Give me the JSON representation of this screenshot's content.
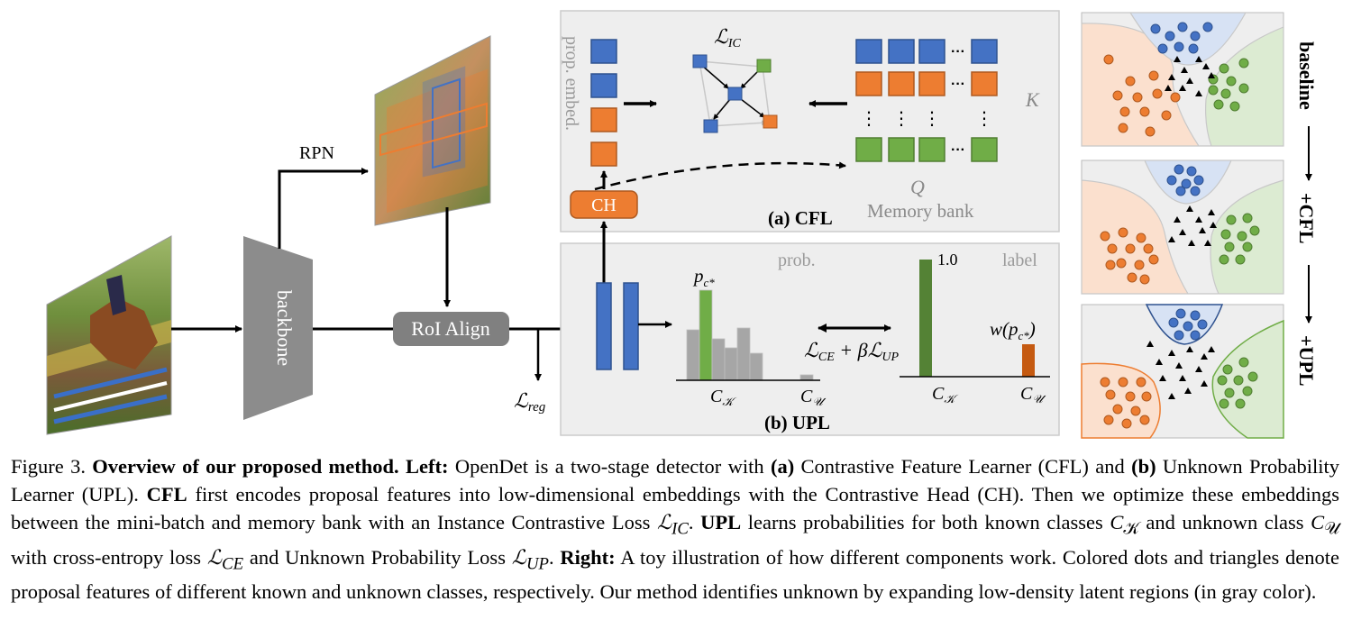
{
  "figure": {
    "rpn_label": "RPN",
    "backbone_label": "backbone",
    "roi_align_label": "RoI Align",
    "reg_loss": {
      "sym": "ℒ",
      "sub": "reg"
    },
    "cfl": {
      "title": "(a) CFL",
      "prop_embed_label": "prop. embed.",
      "ic_loss": {
        "sym": "ℒ",
        "sub": "IC"
      },
      "K_label": "K",
      "Q_label": "Q",
      "memory_bank_label": "Memory bank",
      "ch_label": "CH",
      "ellipsis": "···",
      "vdots": "⋮"
    },
    "upl": {
      "title": "(b) UPL",
      "prob_label": "prob.",
      "label_label": "label",
      "p_label": {
        "main": "p",
        "sub": "c*"
      },
      "w_label": "w(p",
      "w_sub": "c*",
      "w_close": ")",
      "one_label": "1.0",
      "loss_label": {
        "ce": "ℒ",
        "ce_sub": "CE",
        "mid": " + β",
        "up": "ℒ",
        "up_sub": "UP"
      },
      "ck_label": {
        "main": "C",
        "sub": "𝒦"
      },
      "cu_label": {
        "main": "C",
        "sub": "𝒰"
      }
    },
    "panels": [
      "baseline",
      "+CFL",
      "+UPL"
    ],
    "colors": {
      "blue": "#4472c4",
      "orange": "#ed7d31",
      "green": "#70ad47",
      "gray_panel": "#eeeeee",
      "ch_fill": "#ed7d31",
      "roi_fill": "#808080",
      "backbone_fill": "#8c8c8c"
    }
  },
  "caption": {
    "fig_label": "Figure 3. ",
    "title_bold": "Overview of our proposed method.",
    "left_bold": " Left:",
    "t1": " OpenDet is a two-stage detector with ",
    "a_bold": "(a)",
    "t2": " Contrastive Feature Learner (CFL) and ",
    "b_bold": "(b)",
    "t3": " Unknown Probability Learner (UPL). ",
    "cfl_bold": "CFL",
    "t4": " first encodes proposal features into low-dimensional embeddings with the Contrastive Head (CH). Then we optimize these embeddings between the mini-batch and memory bank with an Instance Contrastive Loss ",
    "l_ic": "ℒ",
    "l_ic_sub": "IC",
    "t5": ". ",
    "upl_bold": "UPL",
    "t6": " learns probabilities for both known classes ",
    "ck": "C",
    "ck_sub": "𝒦",
    "t7": " and unknown class ",
    "cu": "C",
    "cu_sub": "𝒰",
    "t8": " with cross-entropy loss ",
    "l_ce": "ℒ",
    "l_ce_sub": "CE",
    "t9": " and Unknown Probability Loss ",
    "l_up": "ℒ",
    "l_up_sub": "UP",
    "t10": ". ",
    "right_bold": "Right:",
    "t11": " A toy illustration of how different components work. Colored dots and triangles denote proposal features of different known and unknown classes, respectively. Our method identifies unknown by expanding low-density latent regions (in gray color)."
  }
}
